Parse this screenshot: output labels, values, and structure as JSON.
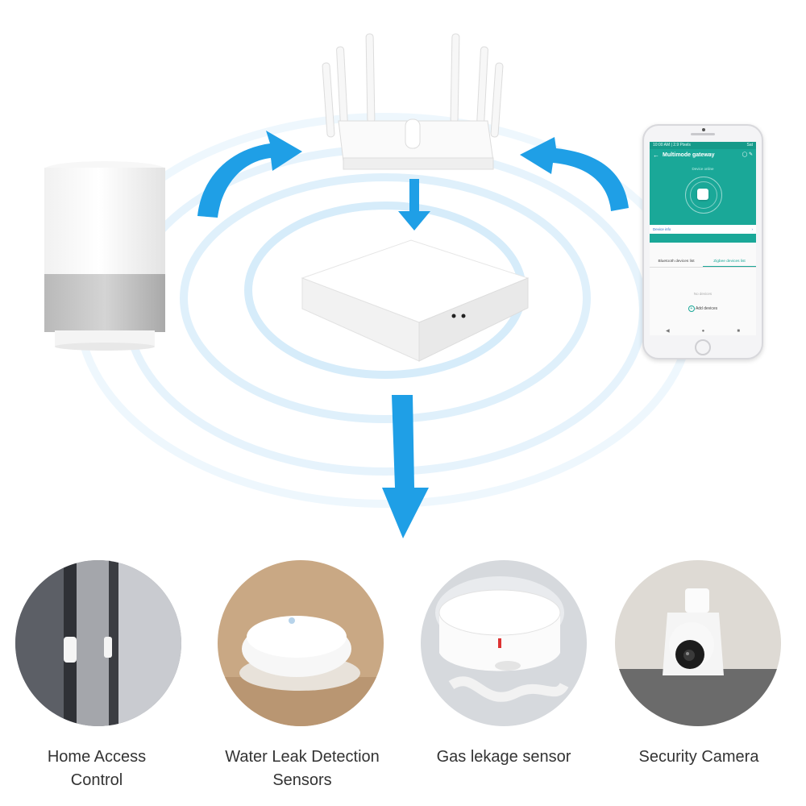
{
  "colors": {
    "arrow": "#1f9fe6",
    "wave": "#d7eefb",
    "app_teal": "#1aa898"
  },
  "phone": {
    "status_left": "10:00 AM | 2.9 Pixels",
    "status_right": "Sat",
    "title": "Multimode gateway",
    "subtitle": "Device online",
    "device_info": "Device info",
    "tab_bluetooth": "Bluetooth devices list",
    "tab_zigbee": "Zigbee devices list",
    "empty_text": "No devices",
    "add_devices": "Add devices"
  },
  "devices": [
    {
      "label_line1": "Home Access",
      "label_line2": "Control",
      "icon": "door-sensor-icon"
    },
    {
      "label_line1": "Water Leak Detection",
      "label_line2": "Sensors",
      "icon": "water-leak-sensor-icon"
    },
    {
      "label_line1": "Gas lekage sensor",
      "label_line2": "",
      "icon": "smoke-detector-icon"
    },
    {
      "label_line1": "Security Camera",
      "label_line2": "",
      "icon": "security-camera-icon"
    }
  ]
}
